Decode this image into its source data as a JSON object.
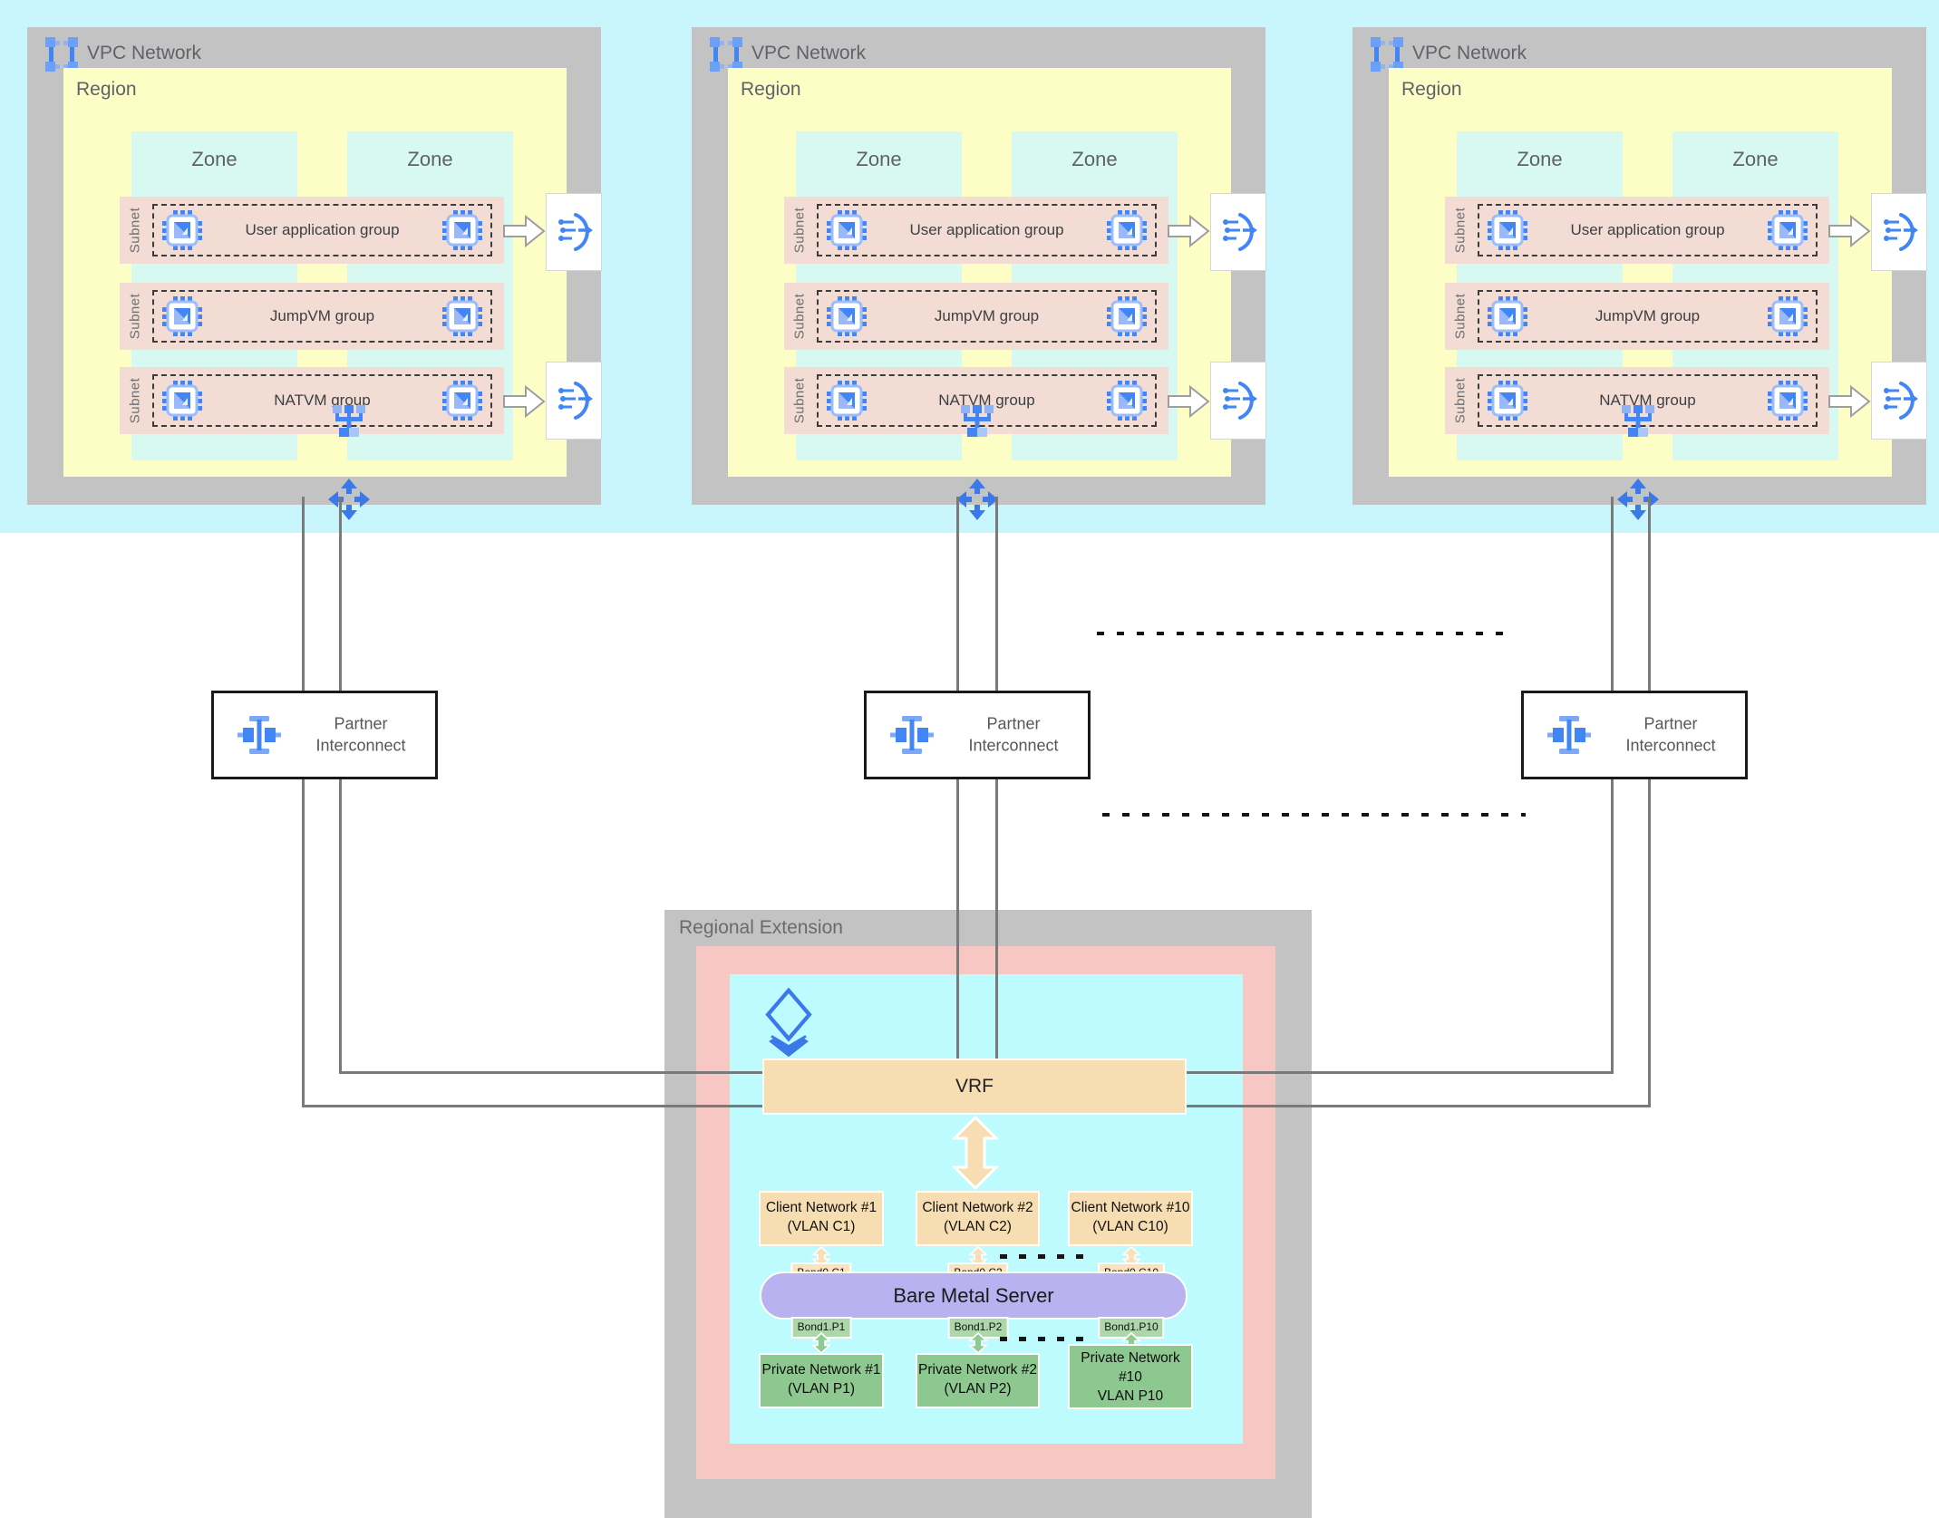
{
  "colors": {
    "accent_blue": "#4285f4",
    "light_blue": "#a7c7fb",
    "top_band_cyan": "#c9f6fc",
    "container_gray": "#c3c3c3",
    "region_yellow": "#fdfdc6",
    "zone_cyan": "#d8f8f2",
    "subnet_salmon": "#f2dcd3",
    "extension_pink": "#f6c7c3",
    "extension_cyan": "#bdfbff",
    "vrf_tan": "#f6ddb2",
    "server_purple": "#b8b3f0",
    "private_green": "#8cc88f",
    "connector_gray": "#7a7a7a"
  },
  "vpc_blocks": [
    {
      "title": "VPC Network",
      "region_label": "Region",
      "zone_labels": [
        "Zone",
        "Zone"
      ],
      "subnets": [
        {
          "label": "Subnet",
          "group": "User application group"
        },
        {
          "label": "Subnet",
          "group": "JumpVM group"
        },
        {
          "label": "Subnet",
          "group": "NATVM group"
        }
      ]
    },
    {
      "title": "VPC Network",
      "region_label": "Region",
      "zone_labels": [
        "Zone",
        "Zone"
      ],
      "subnets": [
        {
          "label": "Subnet",
          "group": "User application group"
        },
        {
          "label": "Subnet",
          "group": "JumpVM group"
        },
        {
          "label": "Subnet",
          "group": "NATVM group"
        }
      ]
    },
    {
      "title": "VPC Network",
      "region_label": "Region",
      "zone_labels": [
        "Zone",
        "Zone"
      ],
      "subnets": [
        {
          "label": "Subnet",
          "group": "User application group"
        },
        {
          "label": "Subnet",
          "group": "JumpVM group"
        },
        {
          "label": "Subnet",
          "group": "NATVM group"
        }
      ]
    }
  ],
  "interconnects": [
    {
      "line1": "Partner",
      "line2": "Interconnect"
    },
    {
      "line1": "Partner",
      "line2": "Interconnect"
    },
    {
      "line1": "Partner",
      "line2": "Interconnect"
    }
  ],
  "regional_extension": {
    "title": "Regional Extension",
    "vrf_label": "VRF",
    "server_label": "Bare Metal Server",
    "client_networks": [
      {
        "name": "Client Network #1",
        "vlan": "(VLAN C1)"
      },
      {
        "name": "Client Network #2",
        "vlan": "(VLAN C2)"
      },
      {
        "name": "Client Network #10",
        "vlan": "(VLAN C10)"
      }
    ],
    "bond0_labels": [
      "Bond0.C1",
      "Bond0.C2",
      "Bond0.C10"
    ],
    "bond1_labels": [
      "Bond1.P1",
      "Bond1.P2",
      "Bond1.P10"
    ],
    "private_networks": [
      {
        "name": "Private Network #1",
        "vlan": "(VLAN P1)"
      },
      {
        "name": "Private Network #2",
        "vlan": "(VLAN P2)"
      },
      {
        "name": "Private Network #10",
        "vlan": "VLAN P10"
      }
    ]
  }
}
